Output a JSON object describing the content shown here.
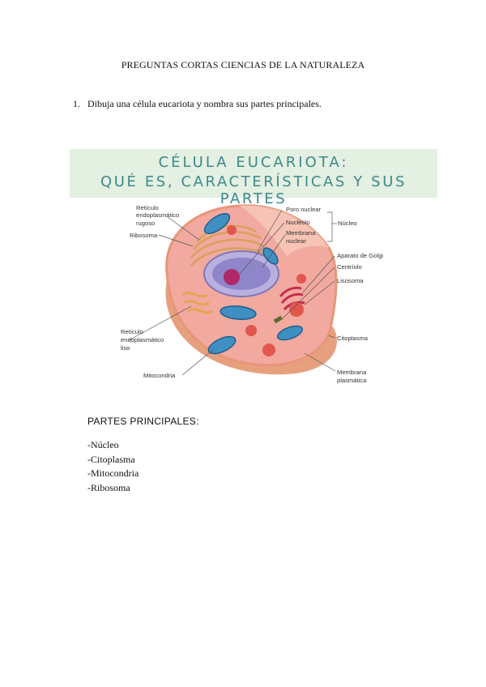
{
  "document": {
    "title": "PREGUNTAS CORTAS CIENCIAS DE LA NATURALEZA",
    "question1": {
      "number": "1.",
      "text": "Dibuja una célula eucariota y nombra sus partes principales."
    }
  },
  "figure": {
    "banner_line1": "CÉLULA EUCARIOTA:",
    "banner_line2": "QUÉ ES, CARACTERÍSTICAS Y SUS PARTES",
    "labels": {
      "reticulo_rugoso_1": "Retículo",
      "reticulo_rugoso_2": "endoplasmático",
      "reticulo_rugoso_3": "rugoso",
      "ribosoma": "Ribosoma",
      "poro_nuclear": "Poro nuclear",
      "nucleolo": "Nucléolo",
      "membrana_nuclear_1": "Membrana",
      "membrana_nuclear_2": "nuclear",
      "nucleo": "Núcleo",
      "aparato_golgi": "Aparato de Golgi",
      "centriolo": "Centríolo",
      "lisosoma": "Lisosoma",
      "reticulo_liso_1": "Retículo",
      "reticulo_liso_2": "endoplasmático",
      "reticulo_liso_3": "liso",
      "citoplasma": "Citoplasma",
      "mitocondria": "Mitocondria",
      "membrana_plasmatica_1": "Membrana",
      "membrana_plasmatica_2": "plasmática"
    },
    "colors": {
      "banner_bg": "#e4f0e2",
      "banner_text": "#3c8a8a",
      "cytoplasm": "#f1a9a0",
      "membrane": "#f0b79a",
      "mitochondria": "#3f8fc3",
      "nucleus": "#8e86c9",
      "nucleolus": "#b0286a",
      "lysosome": "#e2574c"
    }
  },
  "parts_section": {
    "title": "PARTES PRINCIPALES:",
    "items": [
      "-Núcleo",
      "-Citoplasma",
      "-Mitocondria",
      "-Ribosoma"
    ]
  }
}
